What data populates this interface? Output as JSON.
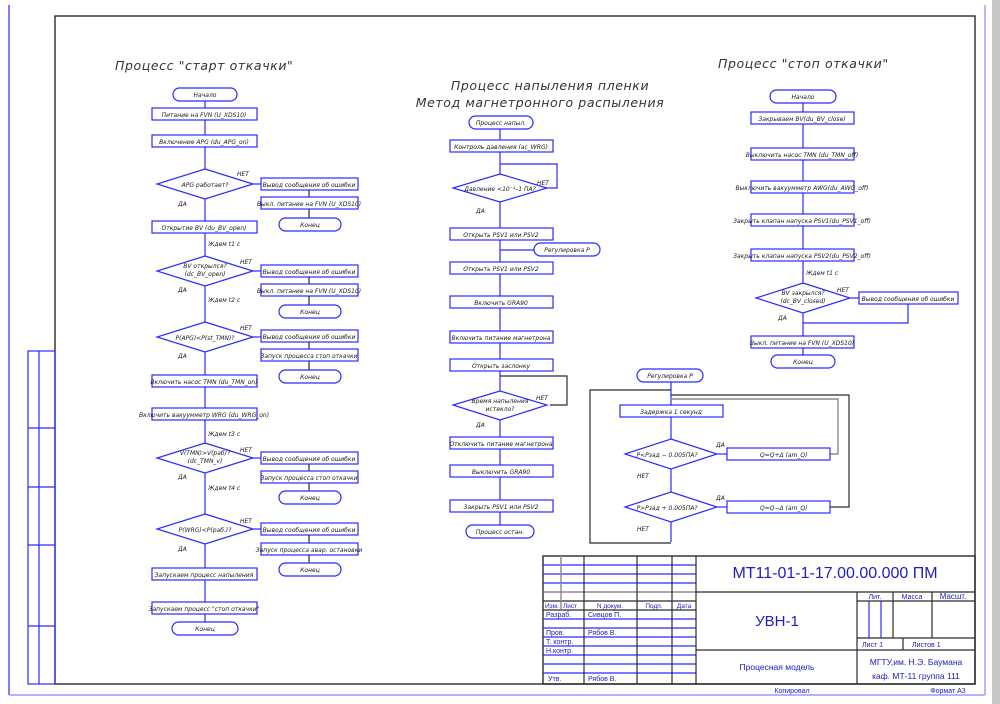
{
  "colors": {
    "line": "#2b2bff",
    "frame": "#2a2a2a",
    "text": "#1a1a1a",
    "stamp_text": "#2020c0"
  },
  "start_process": {
    "title": "Процесс \"старт откачки\"",
    "start": "Начало",
    "b1": "Питание на FVN (U_XDS10)",
    "b2": "Включение APG (du_APG_on)",
    "d1": "APG работает?",
    "d1_err1": "Вывод сообщения об ошибки",
    "d1_err2": "Выкл. питание на FVN (U_XDS10)",
    "d1_end": "Конец",
    "b3": "Открытие BV (du_BV_open)",
    "wait1": "Ждем t1 с",
    "d2_l1": "BV открылся?",
    "d2_l2": "(dc_BV_open)",
    "d2_err1": "Вывод сообщения об ошибки",
    "d2_err2": "Выкл. питание на FVN (U_XDS10)",
    "d2_end": "Конец",
    "wait2": "Ждем t2 с",
    "d3": "P(APG)<P(st_TMN)?",
    "d3_err1": "Вывод сообщения об ошибки",
    "d3_err2": "Запуск процесса стоп откачки",
    "d3_end": "Конец",
    "b4": "Включить насос TMN (du_TMN_on)",
    "b5": "Включить вакуумметр WRG (du_WRG_on)",
    "wait3": "Ждем t3 с",
    "d4_l1": "V(TMN)>V(раб)?",
    "d4_l2": "(dc_TMN_v)",
    "d4_err1": "Вывод сообщения об ошибки",
    "d4_err2": "Запуск процесса стоп откачки",
    "d4_end": "Конец",
    "wait4": "Ждем t4 с",
    "d5": "P(WRG)<P(раб.)?",
    "d5_err1": "Вывод сообщения об ошибки",
    "d5_err2": "Запуск процесса авар. остановки",
    "d5_end": "Конец",
    "b6": "Запускаем процесс напыления",
    "b7": "Запускаем процесс \"стоп откачки\"",
    "end": "Конец"
  },
  "deposition_process": {
    "title_l1": "Процесс напыления пленки",
    "title_l2": "Метод магнетронного распыления",
    "start": "Процесс напыл.",
    "b1": "Контроль давления (ас_WRG)",
    "d1": "Давление <10⁻¹–1 ПА?",
    "b2": "Открыть PSV1 или PSV2",
    "reg_call": "Регулировка P",
    "b3": "Открыть PSV1 или PSV2",
    "b4": "Включить GRA90",
    "b5": "Включить питание магнетрона",
    "b6": "Открыть заслонку",
    "d2_l1": "Время напыления",
    "d2_l2": "истекло?",
    "b7": "Отключить питание магнетрона",
    "b8": "Выключить GRA90",
    "b9": "Закрыть PSV1 или PSV2",
    "end": "Процесс остан."
  },
  "stop_process": {
    "title": "Процесс \"стоп откачки\"",
    "start": "Начало",
    "b1": "Закрываем BV(du_BV_close)",
    "b2": "Выключить насос TMN (du_TMN_off)",
    "b3": "Выключить вакуумметр AWG(du_AWG_off)",
    "b4": "Закрыть клапан напуска PSV1(du_PSV1_off)",
    "b5": "Закрыть клапан напуска PSV2(du_PSV2_off)",
    "wait1": "Ждем t1 с",
    "d1_l1": "BV закрылся?",
    "d1_l2": "(dc_BV_closed)",
    "d1_err": "Вывод сообщения об ошибки",
    "b6": "Выкл. питание на FVN (U_XDS10)",
    "end": "Конец"
  },
  "regulation_process": {
    "start": "Регулировка P",
    "b1": "Задержка 1 секунд",
    "d1": "P<Pзад − 0.005ПА?",
    "a1": "Q=Q+Δ (am_Q)",
    "d2": "P>Pзад + 0.005ПА?",
    "a2": "Q=Q−Δ (am_Q)"
  },
  "labels": {
    "yes": "ДА",
    "no": "НЕТ"
  },
  "title_block": {
    "doc_code": "МТ11-01-1-17.00.00.000 ПМ",
    "product": "УВН-1",
    "doc_name": "Процесная модель",
    "organization_l1": "МГТУ,им. Н.Э. Баумана",
    "organization_l2": "каф. МТ-11 группа 111",
    "col_izm": "Изм.",
    "col_list": "Лист",
    "col_ndoc": "N докум.",
    "col_podp": "Подп.",
    "col_date": "Дата",
    "row_razrab": "Разраб.",
    "row_prov": "Пров.",
    "row_tkontr": "Т. контр.",
    "row_nkontr": "Н.контр.",
    "row_utv": "Утв.",
    "razrab_name": "Сивцов П.",
    "prov_name": "Рябов В.",
    "utv_name": "Рябов В.",
    "lit": "Лит.",
    "mass": "Масса",
    "scale": "Масшт.",
    "sheet": "Лист 1",
    "sheets": "Листов 1",
    "copied": "Копировал",
    "format": "Формат А3"
  }
}
